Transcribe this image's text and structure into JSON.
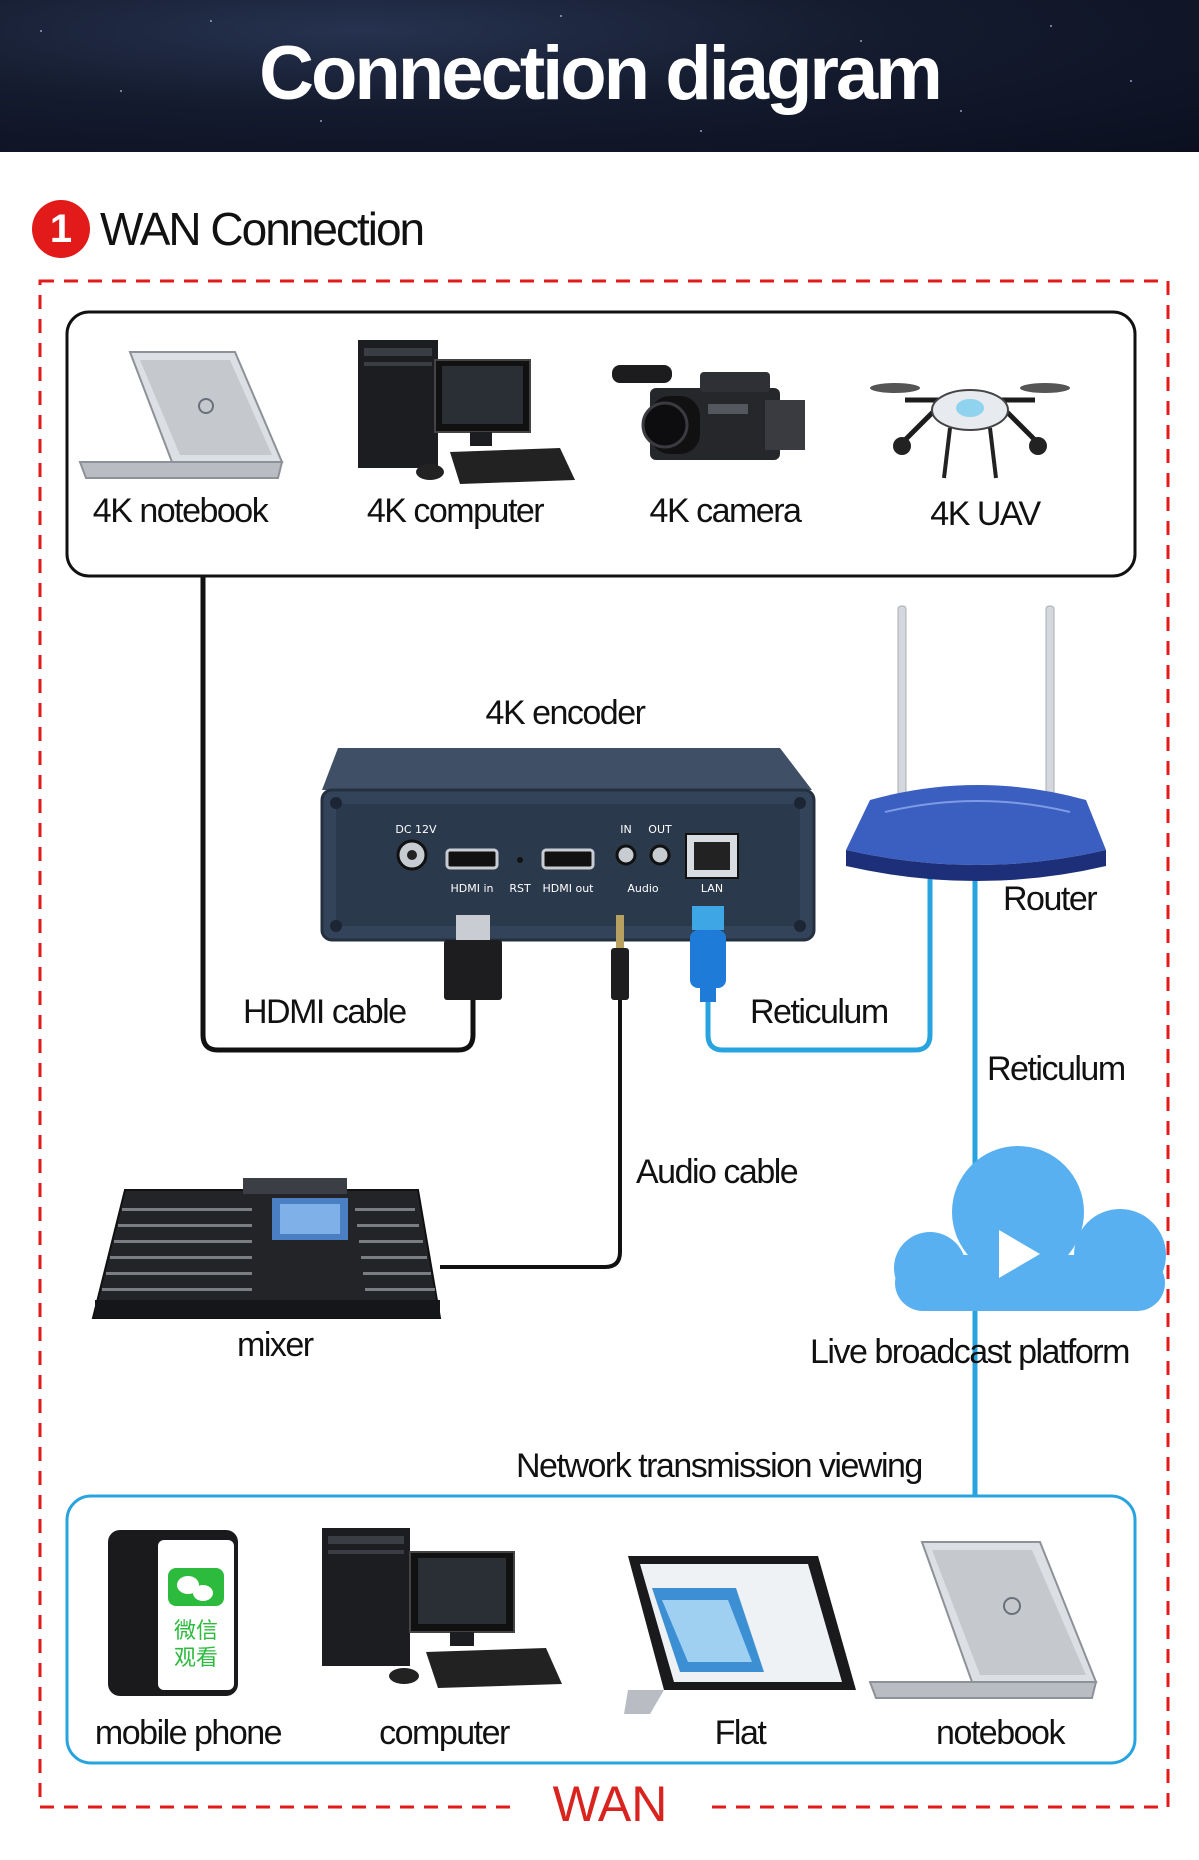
{
  "header": {
    "title": "Connection diagram"
  },
  "section": {
    "number": "1",
    "title": "WAN Connection"
  },
  "sources": [
    {
      "label": "4K notebook",
      "icon": "laptop-icon"
    },
    {
      "label": "4K computer",
      "icon": "desktop-computer-icon"
    },
    {
      "label": "4K camera",
      "icon": "video-camera-icon"
    },
    {
      "label": "4K UAV",
      "icon": "drone-icon"
    }
  ],
  "encoder": {
    "title": "4K encoder",
    "ports": {
      "dc": "DC 12V",
      "hdmi_in": "HDMI in",
      "rst": "RST",
      "hdmi_out": "HDMI out",
      "audio_in": "IN",
      "audio_out": "OUT",
      "audio": "Audio",
      "lan": "LAN"
    }
  },
  "router": {
    "label": "Router"
  },
  "cables": {
    "hdmi": "HDMI cable",
    "reticulum_1": "Reticulum",
    "reticulum_2": "Reticulum",
    "audio": "Audio cable"
  },
  "mixer": {
    "label": "mixer"
  },
  "platform": {
    "label": "Live broadcast platform"
  },
  "viewing": {
    "title": "Network transmission viewing",
    "devices": [
      {
        "label": "mobile phone",
        "icon": "mobile-phone-icon",
        "screen_text": [
          "微信",
          "观看"
        ]
      },
      {
        "label": "computer",
        "icon": "desktop-computer-icon"
      },
      {
        "label": "Flat",
        "icon": "tablet-icon"
      },
      {
        "label": "notebook",
        "icon": "laptop-icon"
      }
    ]
  },
  "network": {
    "label": "WAN"
  },
  "colors": {
    "red": "#e21a1a",
    "blue": "#27a4e0",
    "dark": "#111111"
  }
}
